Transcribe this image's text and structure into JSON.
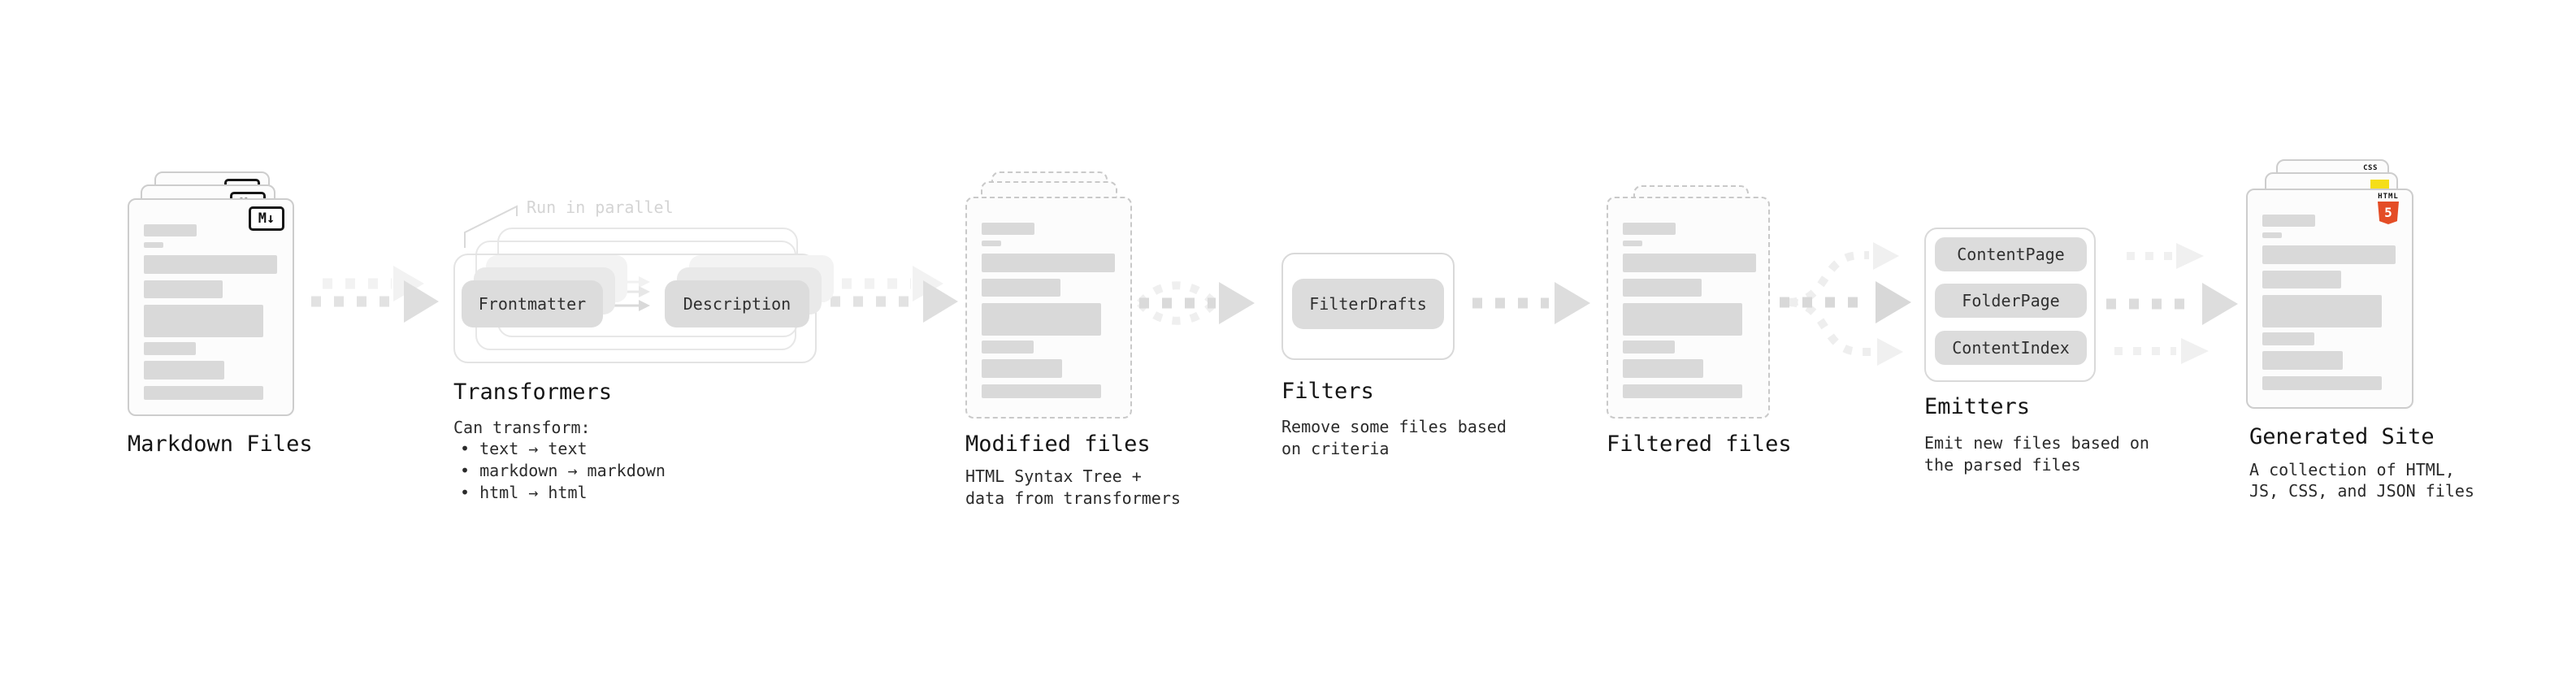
{
  "colors": {
    "css_blue": "#2965f1",
    "js_yellow": "#f5de19",
    "html_orange": "#e44d26"
  },
  "stages": {
    "markdown": {
      "title": "Markdown Files",
      "file_badge": "M↓"
    },
    "transformers": {
      "title": "Transformers",
      "parallel_note": "Run in parallel",
      "pills": [
        "Frontmatter",
        "Description"
      ],
      "desc": [
        "Can transform:",
        "• text → text",
        "• markdown → markdown",
        "• html → html"
      ]
    },
    "modified": {
      "title": "Modified files",
      "desc": [
        "HTML Syntax Tree +",
        "data from transformers"
      ]
    },
    "filters": {
      "title": "Filters",
      "pill": "FilterDrafts",
      "desc": [
        "Remove some files based",
        "on criteria"
      ]
    },
    "filtered": {
      "title": "Filtered files"
    },
    "emitters": {
      "title": "Emitters",
      "pills": [
        "ContentPage",
        "FolderPage",
        "ContentIndex"
      ],
      "desc": [
        "Emit new files based on",
        "the parsed files"
      ]
    },
    "generated": {
      "title": "Generated Site",
      "desc": [
        "A collection of HTML,",
        "JS, CSS, and JSON files"
      ],
      "badges": {
        "css": "CSS",
        "html_label": "HTML",
        "html_number": "5"
      }
    }
  }
}
